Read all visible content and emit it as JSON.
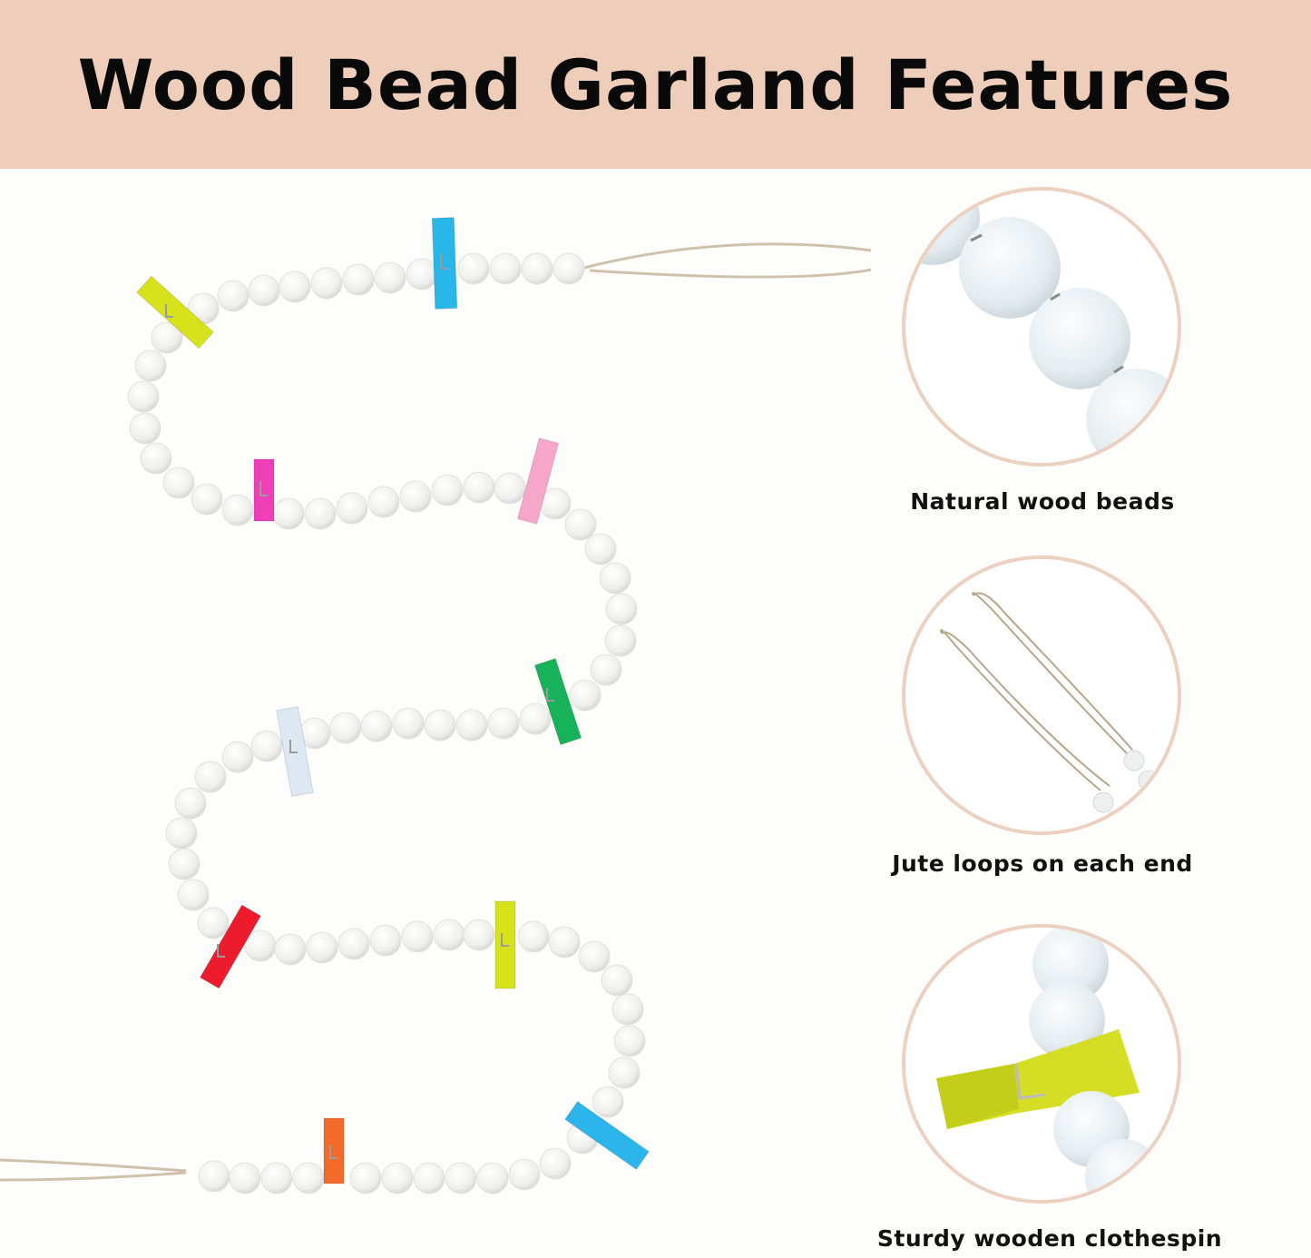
{
  "header": {
    "title": "Wood Bead Garland Features",
    "background": "#efcdbb"
  },
  "features": [
    {
      "caption": "Natural wood beads",
      "icon": "wood-beads-closeup"
    },
    {
      "caption": "Jute loops on each end",
      "icon": "jute-loop-closeup"
    },
    {
      "caption": "Sturdy wooden clothespin",
      "icon": "clothespin-closeup"
    }
  ],
  "colors": {
    "circle_border": "#ecd0c0",
    "bead": "#f1f1ef",
    "jute": "#cfc2ad"
  },
  "clothespins": [
    "#d7e21a",
    "#29b6e8",
    "#ee3fb8",
    "#f5a6c9",
    "#18b25a",
    "#dde8f2",
    "#ec1c2c",
    "#d7e21a",
    "#2cb5ea",
    "#f36a2b"
  ]
}
